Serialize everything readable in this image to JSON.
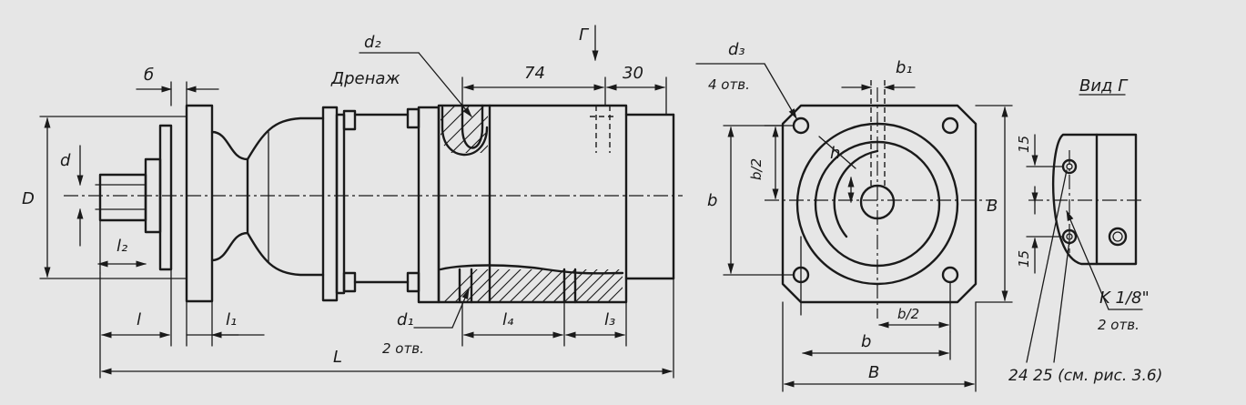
{
  "labels": {
    "d2": "d₂",
    "drain": "Дренаж",
    "dim_74": "74",
    "dim_30": "30",
    "view_arrow": "Г",
    "b_small_top": "б",
    "D": "D",
    "d": "d",
    "l2": "l₂",
    "l": "l",
    "l1": "l₁",
    "d1": "d₁",
    "holes_2_d1": "2 отв.",
    "l4": "l₄",
    "l3": "l₃",
    "L": "L",
    "d3": "d₃",
    "holes_4": "4 отв.",
    "b1": "b₁",
    "h": "h",
    "b_half_left": "b/2",
    "b_left": "b",
    "B_right": "B",
    "b_half_bottom": "b/2",
    "b_bottom": "b",
    "B_bottom": "B",
    "view_g": "Вид Г",
    "dim_15_top": "15",
    "dim_15_bottom": "15",
    "thread": "K 1/8\"",
    "holes_2_thread": "2 отв.",
    "ports": "24 25 (см. рис. 3.6)"
  }
}
